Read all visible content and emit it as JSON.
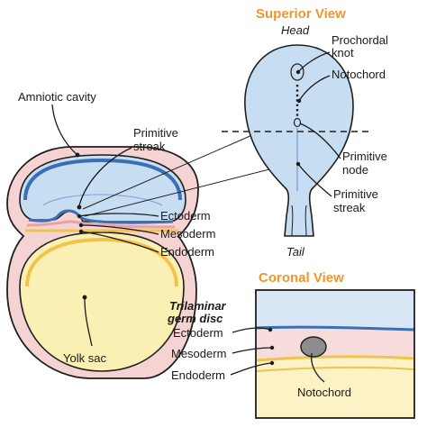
{
  "colors": {
    "heading": "#f0962e",
    "amnion_blue": "#c7ddf2",
    "amnion_line": "#3b6fb5",
    "yolk_yellow": "#fbf0b4",
    "yolk_line": "#f2c34a",
    "outer_pink": "#f6d3d3",
    "outline": "#1f1f1f",
    "notochord_grey": "#8c8c8c"
  },
  "cross_section": {
    "amniotic_cavity": "Amniotic cavity",
    "primitive_streak": [
      "Primitive",
      "streak"
    ],
    "ectoderm": "Ectoderm",
    "mesoderm": "Mesoderm",
    "endoderm": "Endoderm",
    "yolk_sac": "Yolk sac"
  },
  "superior_view": {
    "title": "Superior View",
    "head": "Head",
    "tail": "Tail",
    "prochordal_knot": [
      "Prochordal",
      "knot"
    ],
    "notochord": "Notochord",
    "primitive_node": [
      "Primitive",
      "node"
    ],
    "primitive_streak": [
      "Primitive",
      "streak"
    ]
  },
  "coronal_view": {
    "title": "Coronal View",
    "trilaminar": [
      "Trilaminar",
      "germ disc"
    ],
    "ectoderm": "Ectoderm",
    "mesoderm": "Mesoderm",
    "endoderm": "Endoderm",
    "notochord": "Notochord"
  }
}
